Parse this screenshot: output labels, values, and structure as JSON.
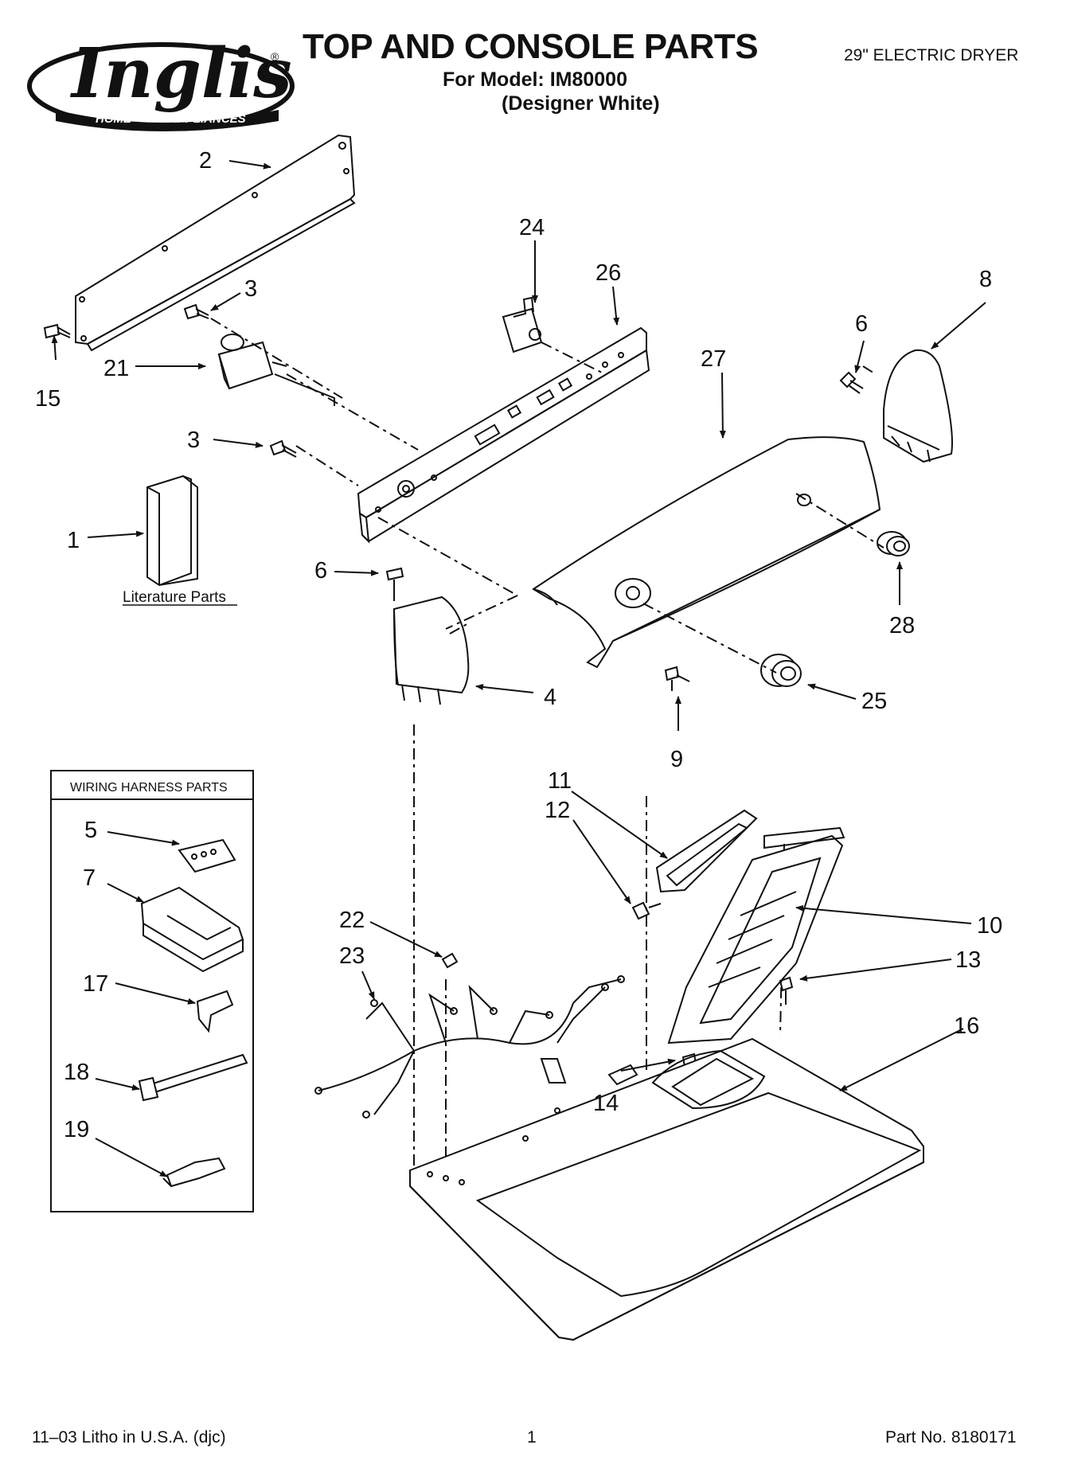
{
  "header": {
    "brand": "Inglis",
    "brand_tagline_left": "HOME",
    "brand_tagline_right": "APPLIANCES",
    "title": "TOP AND CONSOLE PARTS",
    "model_line": "For Model: IM80000",
    "variant": "(Designer White)",
    "product": "29\" ELECTRIC DRYER"
  },
  "callouts": [
    {
      "id": "1",
      "label": "1"
    },
    {
      "id": "2",
      "label": "2"
    },
    {
      "id": "3a",
      "label": "3"
    },
    {
      "id": "3b",
      "label": "3"
    },
    {
      "id": "4",
      "label": "4"
    },
    {
      "id": "5",
      "label": "5"
    },
    {
      "id": "6a",
      "label": "6"
    },
    {
      "id": "6b",
      "label": "6"
    },
    {
      "id": "7",
      "label": "7"
    },
    {
      "id": "8",
      "label": "8"
    },
    {
      "id": "9",
      "label": "9"
    },
    {
      "id": "10",
      "label": "10"
    },
    {
      "id": "11",
      "label": "11"
    },
    {
      "id": "12",
      "label": "12"
    },
    {
      "id": "13",
      "label": "13"
    },
    {
      "id": "14",
      "label": "14"
    },
    {
      "id": "15",
      "label": "15"
    },
    {
      "id": "16",
      "label": "16"
    },
    {
      "id": "17",
      "label": "17"
    },
    {
      "id": "18",
      "label": "18"
    },
    {
      "id": "19",
      "label": "19"
    },
    {
      "id": "21",
      "label": "21"
    },
    {
      "id": "22",
      "label": "22"
    },
    {
      "id": "23",
      "label": "23"
    },
    {
      "id": "24",
      "label": "24"
    },
    {
      "id": "25",
      "label": "25"
    },
    {
      "id": "26",
      "label": "26"
    },
    {
      "id": "27",
      "label": "27"
    },
    {
      "id": "28",
      "label": "28"
    }
  ],
  "literature_label": "Literature Parts",
  "wiring_box_title": "WIRING HARNESS PARTS",
  "footer": {
    "print_info": "11–03 Litho in U.S.A. (djc)",
    "page": "1",
    "part_number": "Part No. 8180171"
  }
}
